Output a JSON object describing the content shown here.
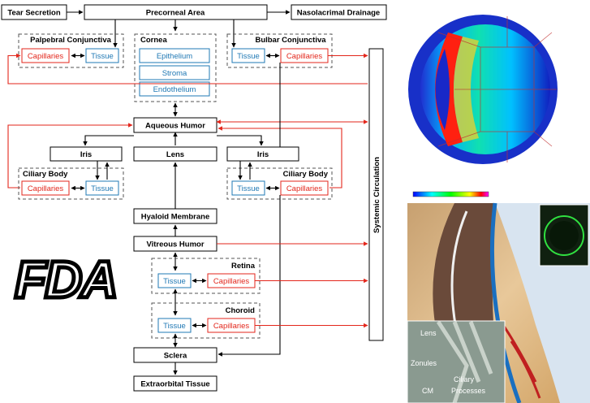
{
  "diagram": {
    "nodes": {
      "tear_secretion": "Tear Secretion",
      "precorneal_area": "Precorneal Area",
      "nasolacrimal_drainage": "Nasolacrimal Drainage",
      "palpebral_conjunctiva": "Palpebral Conjunctiva",
      "cornea": "Cornea",
      "bulbar_conjunctiva": "Bulbar Conjunctiva",
      "capillaries": "Capillaries",
      "tissue": "Tissue",
      "epithelium": "Epithelium",
      "stroma": "Stroma",
      "endothelium": "Endothelium",
      "aqueous_humor": "Aqueous Humor",
      "iris": "Iris",
      "lens": "Lens",
      "ciliary_body": "Ciliary Body",
      "hyaloid_membrane": "Hyaloid Membrane",
      "vitreous_humor": "Vitreous Humor",
      "retina": "Retina",
      "choroid": "Choroid",
      "sclera": "Sclera",
      "extraorbital_tissue": "Extraorbital Tissue",
      "systemic_circulation": "Systemic Circulation"
    },
    "logo": "FDA"
  },
  "figures": {
    "micrograph_labels": {
      "lens": "Lens",
      "zonules": "Zonules",
      "ciliary_processes_1": "Ciliary",
      "ciliary_processes_2": "Processes",
      "cm": "CM"
    }
  },
  "colors": {
    "capillary_red": "#e3261b",
    "tissue_blue": "#1f78b4",
    "line_black": "#000000"
  }
}
